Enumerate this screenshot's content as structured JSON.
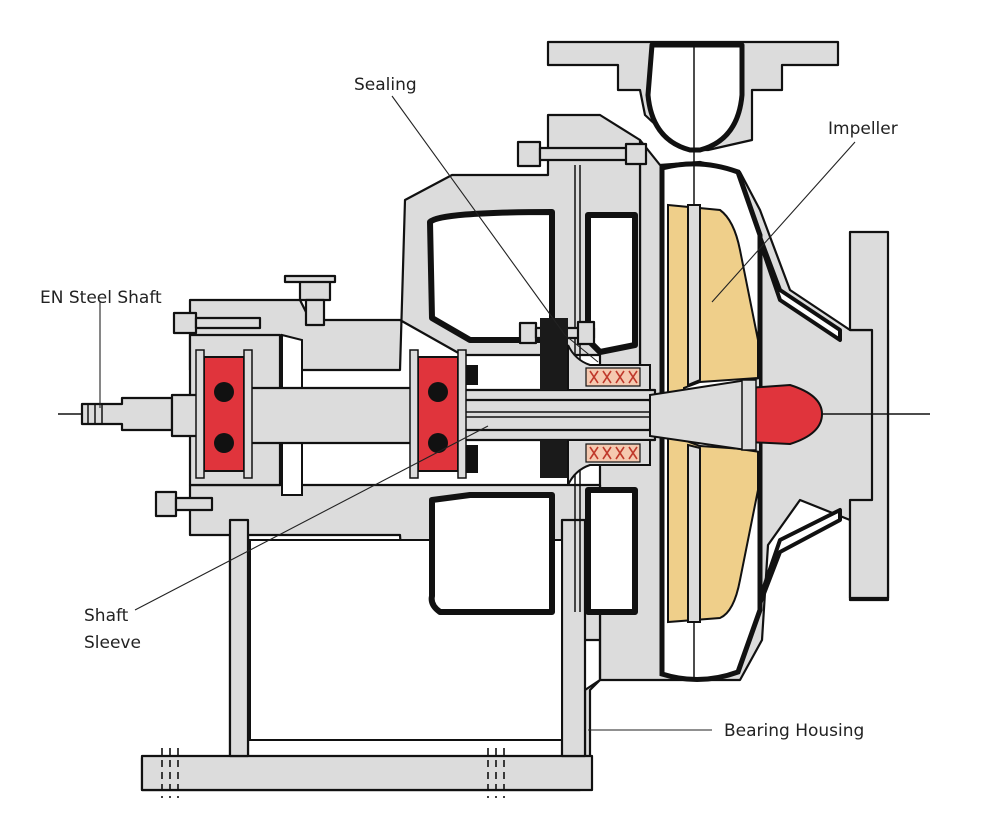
{
  "labels": {
    "sealing": "Sealing",
    "impeller": "Impeller",
    "shaft": "EN Steel Shaft",
    "sleeve_line1": "Shaft",
    "sleeve_line2": "Sleeve",
    "housing": "Bearing Housing"
  },
  "colors": {
    "metal": "#dcdcdc",
    "outline": "#111111",
    "bearing": "#e0343c",
    "impeller": "#efcf8a",
    "cap": "#e0343c",
    "packing": "#e85a2a",
    "seal_black": "#1a1a1a"
  }
}
